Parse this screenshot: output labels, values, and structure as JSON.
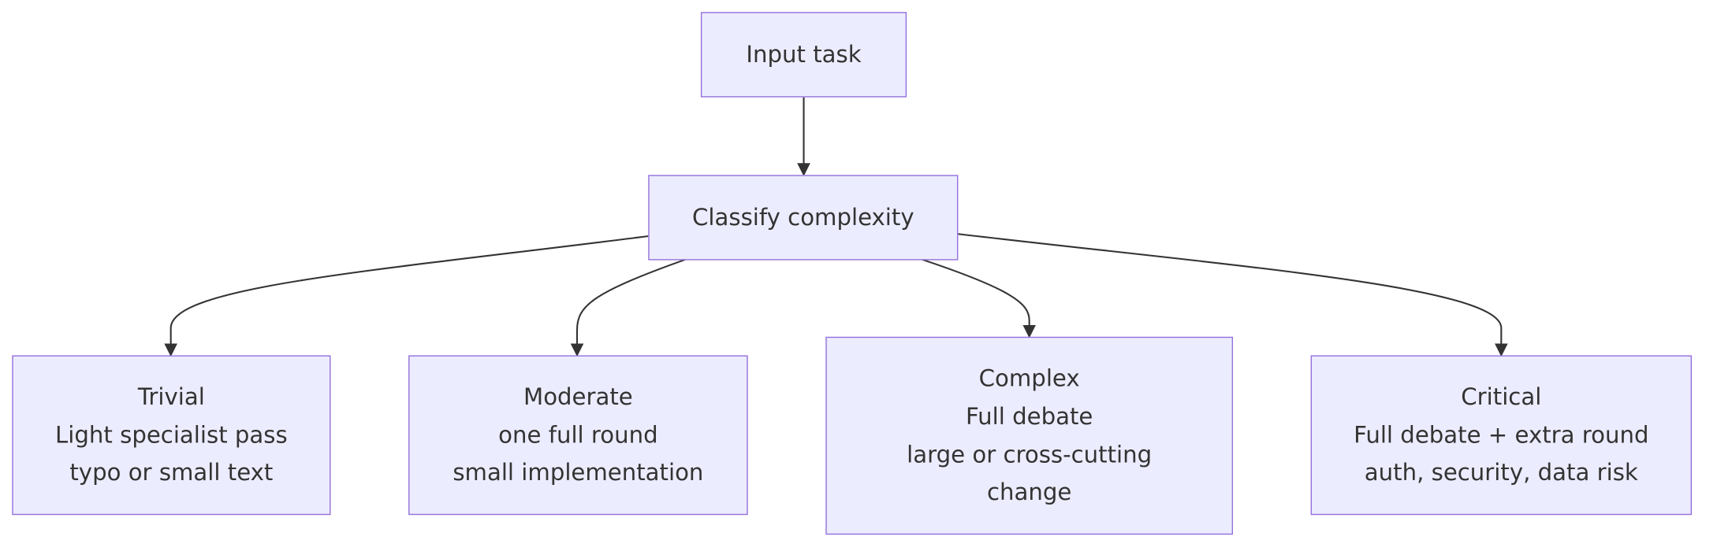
{
  "diagram": {
    "type": "flowchart",
    "colors": {
      "node_fill": "#ececff",
      "node_border": "#9370db",
      "text": "#333333",
      "edge": "#333333"
    },
    "nodes": {
      "input": {
        "lines": [
          "Input task"
        ]
      },
      "classify": {
        "lines": [
          "Classify complexity"
        ]
      },
      "trivial": {
        "lines": [
          "Trivial",
          "Light specialist pass",
          "typo or small text"
        ]
      },
      "moderate": {
        "lines": [
          "Moderate",
          "one full round",
          "small implementation"
        ]
      },
      "complex": {
        "lines": [
          "Complex",
          "Full debate",
          "large or cross-cutting",
          "change"
        ]
      },
      "critical": {
        "lines": [
          "Critical",
          "Full debate + extra round",
          "auth, security, data risk"
        ]
      }
    },
    "edges": [
      {
        "from": "input",
        "to": "classify"
      },
      {
        "from": "classify",
        "to": "trivial"
      },
      {
        "from": "classify",
        "to": "moderate"
      },
      {
        "from": "classify",
        "to": "complex"
      },
      {
        "from": "classify",
        "to": "critical"
      }
    ]
  }
}
